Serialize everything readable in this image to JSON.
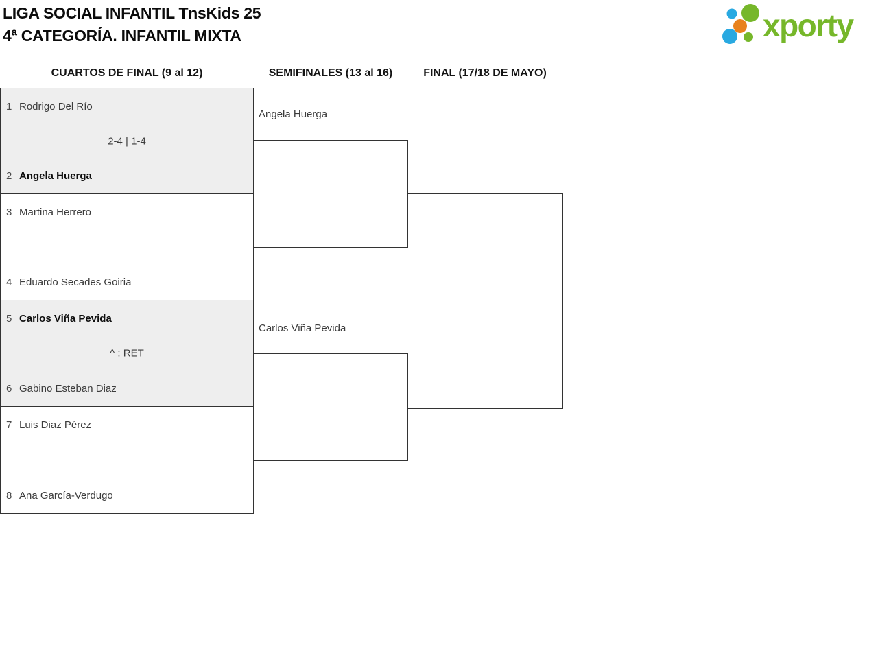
{
  "header": {
    "title_line1": "LIGA SOCIAL INFANTIL TnsKids 25",
    "title_line2": "4ª CATEGORÍA. INFANTIL MIXTA"
  },
  "logo": {
    "text": "xporty",
    "colors": {
      "green": "#76B72A",
      "blue": "#29A9E1",
      "orange": "#E8821D"
    }
  },
  "bracket": {
    "rounds": [
      {
        "label": "CUARTOS DE FINAL (9 al 12)"
      },
      {
        "label": "SEMIFINALES (13 al 16)"
      },
      {
        "label": "FINAL (17/18 DE MAYO)"
      }
    ],
    "quarterfinals": [
      {
        "player1": {
          "seed": "1",
          "name": "Rodrigo Del Río",
          "winner": false
        },
        "player2": {
          "seed": "2",
          "name": "Angela Huerga",
          "winner": true
        },
        "score": "2-4 | 1-4"
      },
      {
        "player1": {
          "seed": "3",
          "name": "Martina Herrero",
          "winner": false
        },
        "player2": {
          "seed": "4",
          "name": "Eduardo Secades Goiria",
          "winner": false
        },
        "score": ""
      },
      {
        "player1": {
          "seed": "5",
          "name": "Carlos Viña Pevida",
          "winner": true
        },
        "player2": {
          "seed": "6",
          "name": "Gabino Esteban Diaz",
          "winner": false
        },
        "score": "^ : RET"
      },
      {
        "player1": {
          "seed": "7",
          "name": "Luis Diaz Pérez",
          "winner": false
        },
        "player2": {
          "seed": "8",
          "name": "Ana García-Verdugo",
          "winner": false
        },
        "score": ""
      }
    ],
    "semifinals": [
      {
        "player1": "Angela Huerga"
      },
      {
        "player1": "Carlos Viña Pevida"
      }
    ]
  }
}
